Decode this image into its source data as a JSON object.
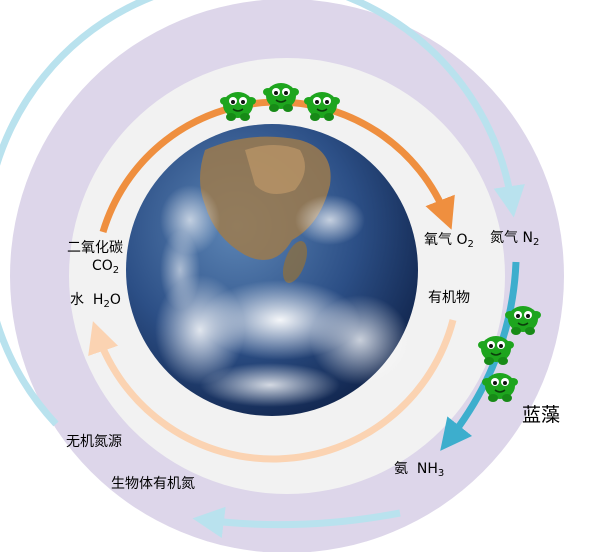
{
  "labels": {
    "co2_name": "二氧化碳",
    "co2_formula": "CO",
    "co2_sub": "2",
    "o2_name": "氧气",
    "o2_formula": "O",
    "o2_sub": "2",
    "n2_name": "氮气",
    "n2_formula": "N",
    "n2_sub": "2",
    "water_name": "水",
    "water_formula_a": "H",
    "water_sub": "2",
    "water_formula_b": "O",
    "organic": "有机物",
    "cyanobacteria": "蓝藻",
    "inorganic_n": "无机氮源",
    "bio_organic_n": "生物体有机氮",
    "nh3_name": "氨",
    "nh3_formula": "NH",
    "nh3_sub": "3"
  },
  "colors": {
    "outer_ring": "#ddd6ea",
    "inner_disk": "#f2f2f2",
    "light_blue_arrow": "#b9e2ee",
    "teal_arrow": "#3daecd",
    "orange_arrow": "#ef8f3f",
    "light_orange_arrow": "#fbd3b2",
    "organism": "#1ea51e"
  },
  "icons": {
    "organism": "green-blob-creature-icon",
    "earth": "earth-globe-icon"
  }
}
